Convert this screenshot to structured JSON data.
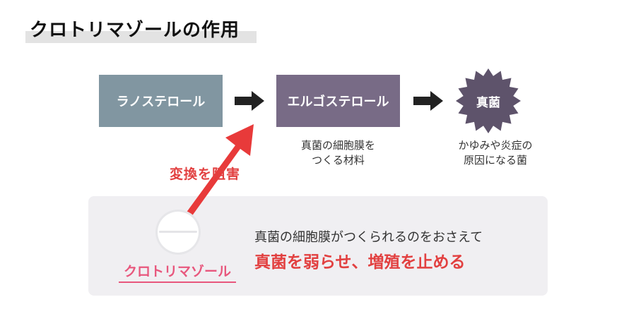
{
  "title": "クロトリマゾールの作用",
  "nodes": {
    "lanosterol": "ラノステロール",
    "ergosterol": "エルゴステロール",
    "fungus": "真菌"
  },
  "captions": {
    "ergosterol_line1": "真菌の細胞膜を",
    "ergosterol_line2": "つくる材料",
    "fungus_line1": "かゆみや炎症の",
    "fungus_line2": "原因になる菌"
  },
  "block_label": "変換を阻害",
  "drug": {
    "name": "クロトリマゾール",
    "effect_line1": "真菌の細胞膜がつくられるのをおさえて",
    "effect_line2": "真菌を弱らせ、増殖を止める"
  },
  "colors": {
    "lanosterol_box": "#8196a1",
    "ergosterol_box": "#786b86",
    "fungus_shape": "#5e536b",
    "accent_red": "#e24040",
    "drug_pink": "#e8577d",
    "panel_bg": "#f0eff2",
    "arrow_dark": "#222222"
  },
  "icons": [
    "right-arrow-icon",
    "spiky-fungus-icon",
    "tablet-pill-icon",
    "diagonal-red-arrow-icon"
  ]
}
